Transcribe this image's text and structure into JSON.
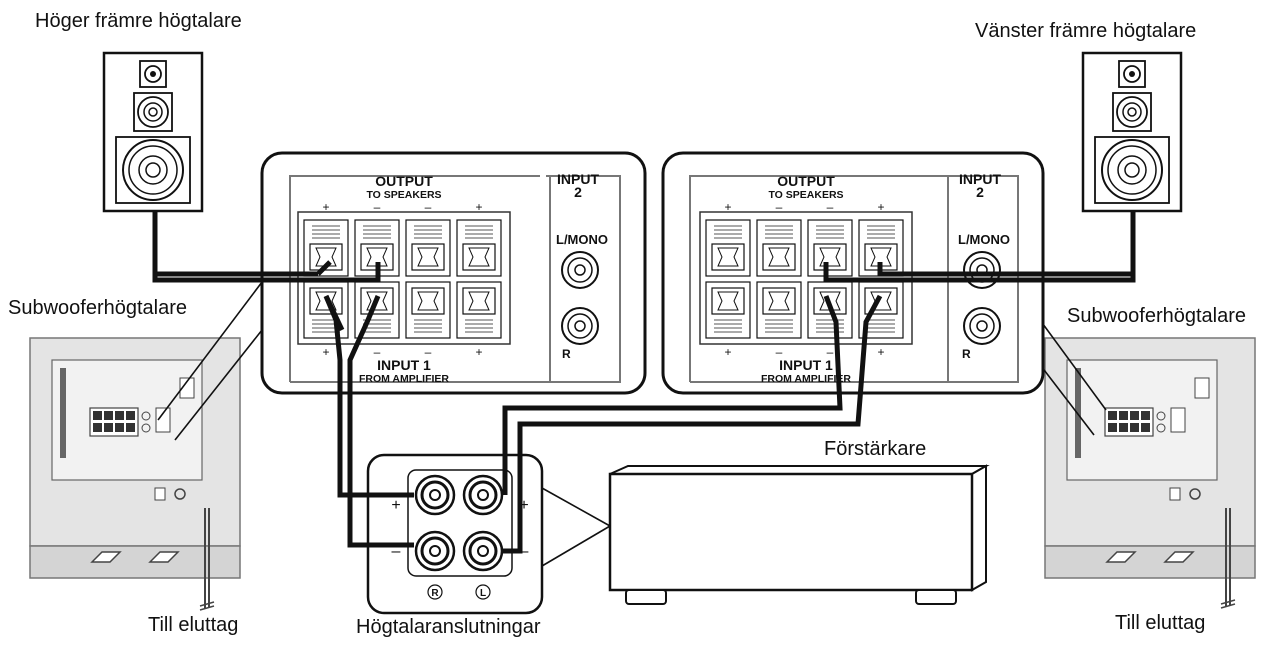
{
  "labels": {
    "right_front_speaker": "Höger främre högtalare",
    "left_front_speaker": "Vänster främre högtalare",
    "subwoofer_left": "Subwooferhögtalare",
    "subwoofer_right": "Subwooferhögtalare",
    "outlet_left": "Till eluttag",
    "outlet_right": "Till eluttag",
    "amplifier": "Förstärkare",
    "speaker_terminals": "Högtalaranslutningar"
  },
  "panel": {
    "output": "OUTPUT",
    "to_speakers": "TO SPEAKERS",
    "input2": "INPUT",
    "input2_num": "2",
    "lmono": "L/MONO",
    "r": "R",
    "input1": "INPUT 1",
    "from_amplifier": "FROM AMPLIFIER",
    "plus": "+",
    "minus": "–"
  },
  "amp_terminals": {
    "plus": "+",
    "minus": "–",
    "r": "R",
    "l": "L"
  }
}
